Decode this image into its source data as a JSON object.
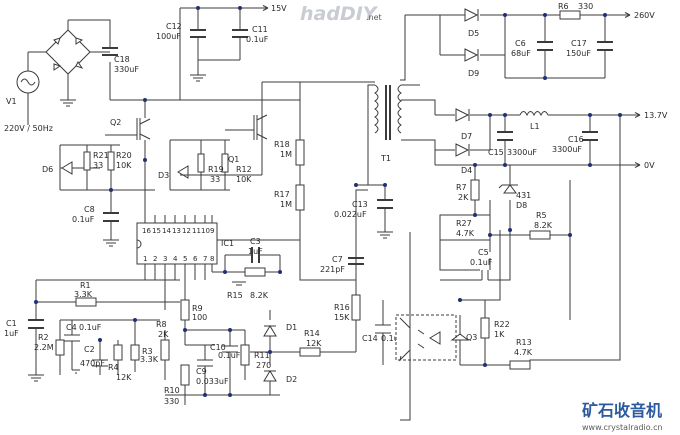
{
  "watermark": "hadDIY",
  "watermark_suffix": ".net",
  "brand": "矿石收音机",
  "url": "www.crystalradio.cn",
  "source": {
    "label": "V1",
    "rating": "220V / 50Hz"
  },
  "rails": {
    "v15": "15V",
    "v260": "260V",
    "v137": "13.7V",
    "v0": "0V"
  },
  "labels": {
    "C12": "C12",
    "C12v": "100uF",
    "C11": "C11",
    "C11v": "0.1uF",
    "C18": "C18",
    "C18v": "330uF",
    "Q2": "Q2",
    "D6": "D6",
    "R21": "R21",
    "R21v": "33",
    "R20": "R20",
    "R20v": "10K",
    "D3": "D3",
    "R19": "R19",
    "R19v": "33",
    "R12": "R12",
    "R12v": "10K",
    "Q1": "Q1",
    "R18": "R18",
    "R18v": "1M",
    "R17": "R17",
    "R17v": "1M",
    "C8": "C8",
    "C8v": "0.1uF",
    "IC1": "IC1",
    "C3": "C3",
    "C3v": "1uF",
    "R15": "R15",
    "R15v": "8.2K",
    "C13": "C13",
    "C13v": "0.022uF",
    "C7": "C7",
    "C7v": "221pF",
    "R16": "R16",
    "R16v": "15K",
    "R14": "R14",
    "R14v": "12K",
    "C14": "C14",
    "C14v": "0.1uF",
    "R1": "R1",
    "R1v": "3.3K",
    "C1": "C1",
    "C1v": "1uF",
    "R2": "R2",
    "R2v": "2.2M",
    "C4": "C4",
    "C4v": "0.1uF",
    "C2": "C2",
    "C2v": "470pF",
    "R4": "R4",
    "R4v": "12K",
    "R3": "R3",
    "R3v": "3.3K",
    "R8": "R8",
    "R8v": "2K",
    "R9": "R9",
    "R9v": "100",
    "R10": "R10",
    "R10v": "330",
    "C10": "C10",
    "C10v": "0.1uF",
    "C9": "C9",
    "C9v": "0.033uF",
    "R11": "R11",
    "R11v": "270",
    "D1": "D1",
    "D2": "D2",
    "T1": "T1",
    "D5": "D5",
    "D9": "D9",
    "R6": "R6",
    "R6v": "330",
    "C6": "C6",
    "C6v": "68uF",
    "C17": "C17",
    "C17v": "150uF",
    "D7": "D7",
    "D4": "D4",
    "L1": "L1",
    "C15": "C15",
    "C15v": "3300uF",
    "C16": "C16",
    "C16v": "3300uF",
    "R7": "R7",
    "R7v": "2K",
    "D8": "D8",
    "D8n": "431",
    "R27": "R27",
    "R27v": "4.7K",
    "R5": "R5",
    "R5v": "8.2K",
    "C5": "C5",
    "C5v": "0.1uF",
    "Q3": "Q3",
    "R22": "R22",
    "R22v": "1K",
    "R13": "R13",
    "R13v": "4.7K"
  },
  "ic_pins_top": [
    "16",
    "15",
    "14",
    "13",
    "12",
    "11",
    "10",
    "9"
  ],
  "ic_pins_bottom": [
    "1",
    "2",
    "3",
    "4",
    "5",
    "6",
    "7",
    "8"
  ]
}
